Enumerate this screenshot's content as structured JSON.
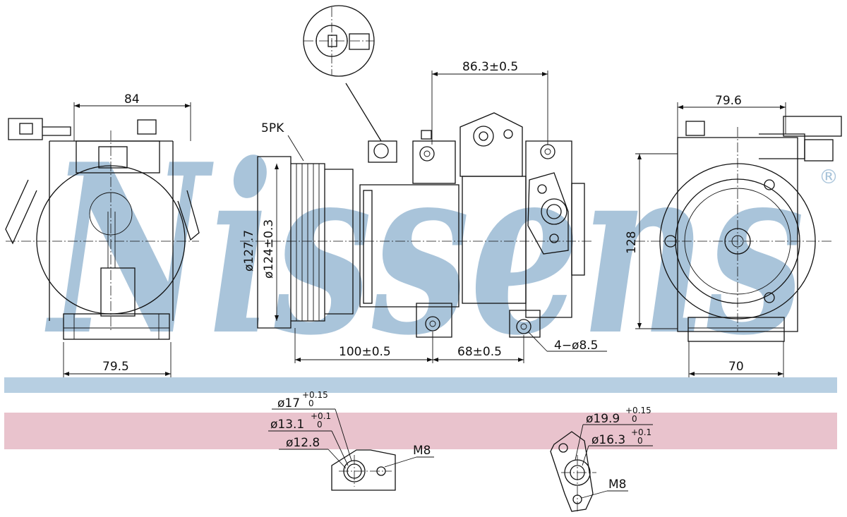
{
  "brand": {
    "watermark": "Nissens",
    "registered_mark": "®",
    "watermark_color": "#a9c4da",
    "band_blue": "#b7cfe2",
    "band_pink": "#e9c3cd"
  },
  "dimensions": {
    "left_top_width": "84",
    "left_bottom_width": "79.5",
    "belt": "5PK",
    "pulley_outer": "ø127.7",
    "pulley_inner": "ø124±0.3",
    "mount_offset": "86.3±0.5",
    "length_a": "100±0.5",
    "length_b": "68±0.5",
    "holes": "4−ø8.5",
    "right_top_width": "79.6",
    "height": "128",
    "right_bottom_width": "70"
  },
  "port_details": {
    "left": {
      "d1": "ø17",
      "d1_tol_upper": "+0.15",
      "d1_tol_lower": "0",
      "d2": "ø13.1",
      "d2_tol_upper": "+0.1",
      "d2_tol_lower": "0",
      "d3": "ø12.8",
      "thread": "M8"
    },
    "right": {
      "d1": "ø19.9",
      "d1_tol_upper": "+0.15",
      "d1_tol_lower": "0",
      "d2": "ø16.3",
      "d2_tol_upper": "+0.1",
      "d2_tol_lower": "0",
      "thread": "M8"
    }
  }
}
